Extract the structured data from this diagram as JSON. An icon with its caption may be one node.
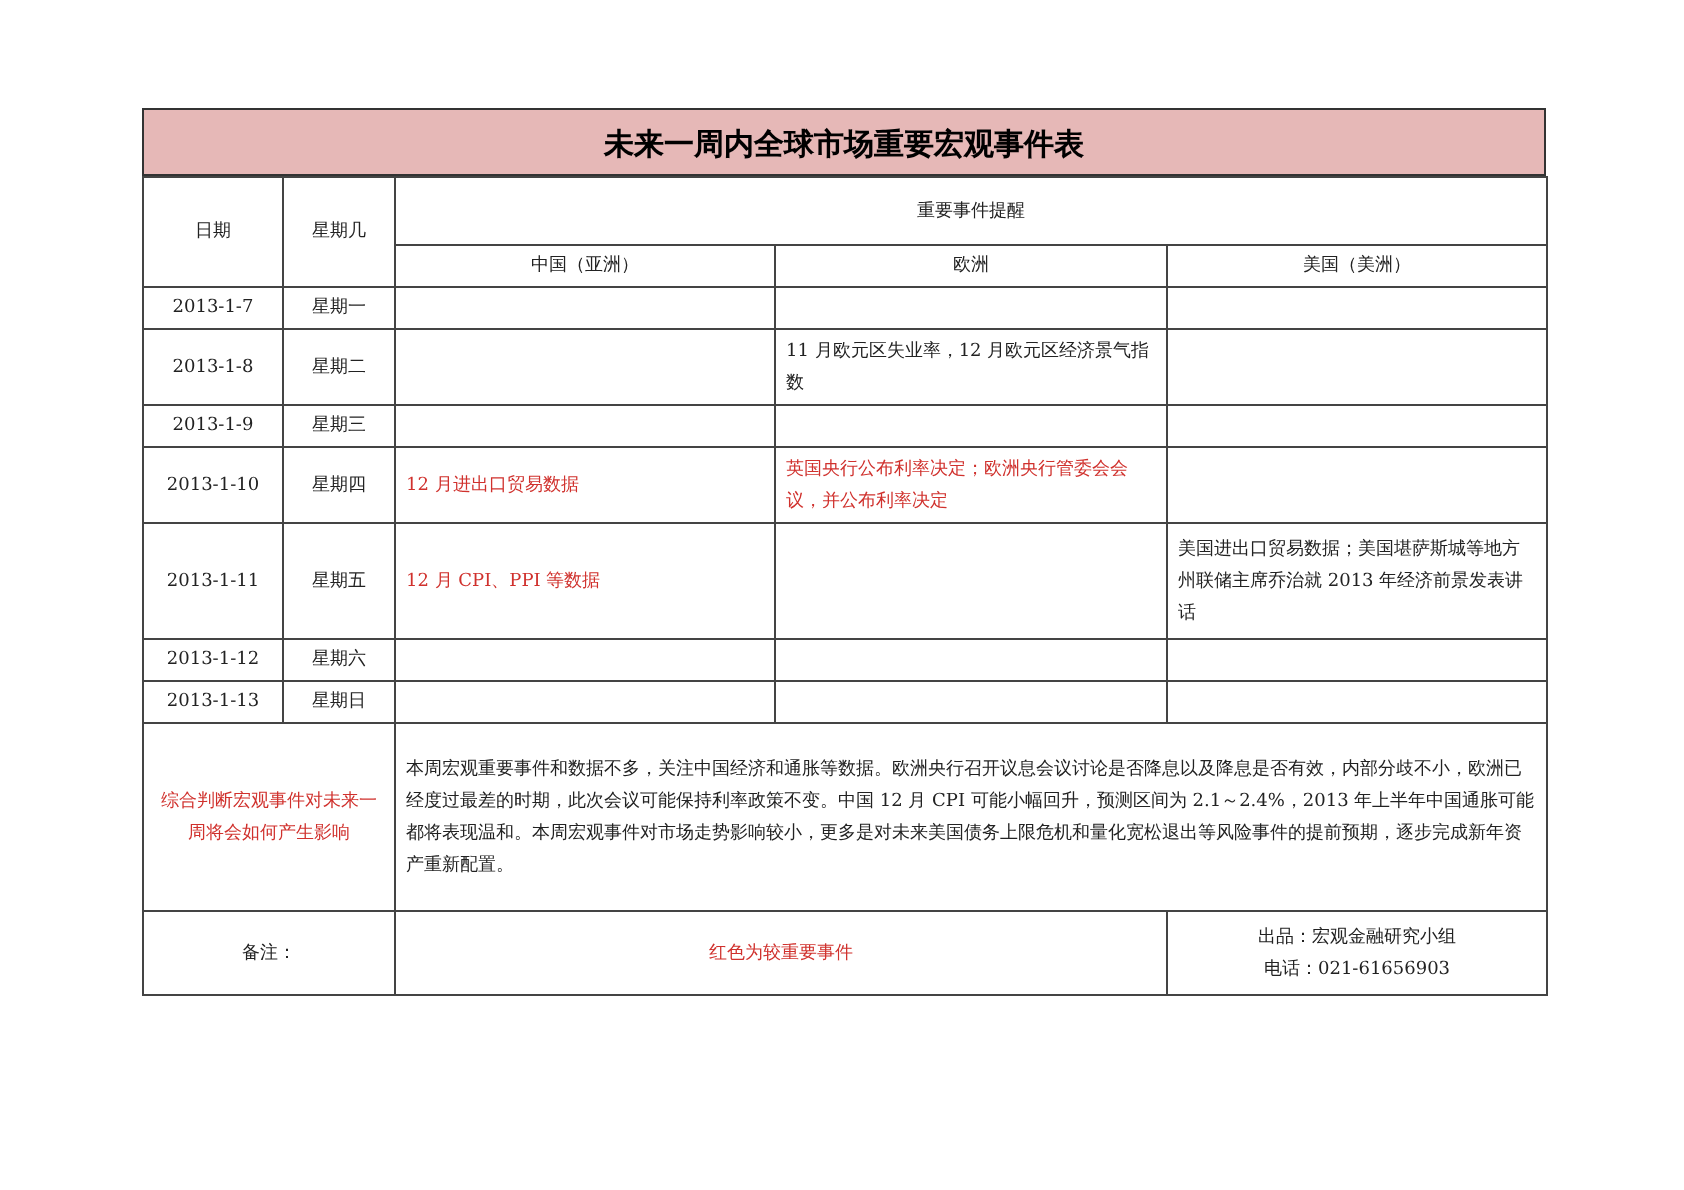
{
  "diagram": {
    "title": "未来一周内全球市场重要宏观事件表",
    "labels": [
      "日期",
      "星期几",
      "重要事件提醒",
      "中国（亚洲）",
      "欧洲",
      "美国（美洲）",
      "2013-1-7",
      "星期一",
      "2013-1-8",
      "星期二",
      "11 月欧元区失业率，12 月欧元区经济景气指数",
      "2013-1-9",
      "星期三",
      "2013-1-10",
      "星期四",
      "12 月进出口贸易数据",
      "英国央行公布利率决定；欧洲央行管委会会议，并公布利率决定",
      "2013-1-11",
      "星期五",
      "12 月 CPI、PPI 等数据",
      "美国进出口贸易数据；美国堪萨斯城等地方州联储主席乔治就 2013 年经济前景发表讲话",
      "2013-1-12",
      "星期六",
      "2013-1-13",
      "星期日",
      "综合判断宏观事件对未来一周将会如何产生影响",
      "本周宏观重要事件和数据不多，关注中国经济和通胀等数据。欧洲央行召开议息会议讨论是否降息以及降息是否有效，内部分歧不小，欧洲已经度过最差的时期，此次会议可能保持利率政策不变。中国 12 月 CPI 可能小幅回升，预测区间为 2.1～2.4%，2013 年上半年中国通胀可能都将表现温和。本周宏观事件对市场走势影响较小，更多是对未来美国债务上限危机和量化宽松退出等风险事件的提前预期，逐步完成新年资产重新配置。",
      "备注：",
      "红色为较重要事件",
      "出品：宏观金融研究小组",
      "电话：021-61656903"
    ]
  }
}
